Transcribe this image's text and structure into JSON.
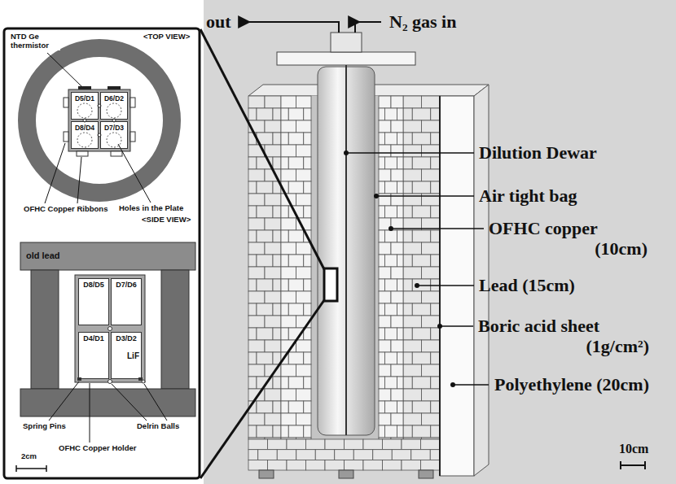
{
  "diagram": {
    "nodes": [
      {
        "text": [
          "D5/D1"
        ]
      },
      {
        "text": [
          "D6/D2"
        ]
      },
      {
        "text": [
          "D8/D4"
        ]
      },
      {
        "text": [
          "D7/D3"
        ]
      },
      {
        "text": [
          "D8/D5"
        ]
      },
      {
        "text": [
          "D7/D6"
        ]
      },
      {
        "text": [
          "D4/D1"
        ]
      },
      {
        "text": [
          "D3/D2",
          "LiF"
        ]
      }
    ],
    "labels": [
      "NTD Ge thermistor",
      "<TOP VIEW>",
      "OFHC Copper Ribbons",
      "Holes in the Plate",
      "<SIDE VIEW>",
      "old lead",
      "Spring Pins",
      "Delrin Balls",
      "OFHC Copper Holder",
      "2cm",
      "out",
      "N₂ gas in",
      "Dilution Dewar",
      "Air tight bag",
      "OFHC copper (10cm)",
      "Lead (15cm)",
      "Boric acid sheet (1g/cm²)",
      "Polyethylene (20cm)",
      "10cm"
    ]
  }
}
